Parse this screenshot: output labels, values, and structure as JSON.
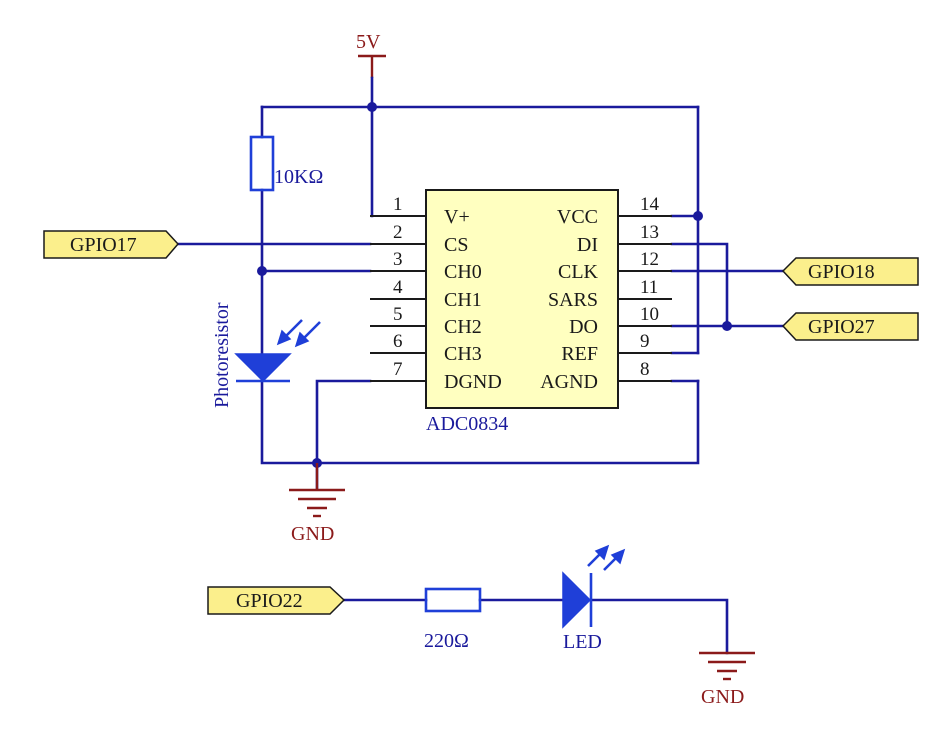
{
  "power": {
    "supply": "5V",
    "ground_top": "GND",
    "ground_bottom": "GND"
  },
  "chip": {
    "name": "ADC0834",
    "left_pins": [
      {
        "num": "1",
        "label": "V+"
      },
      {
        "num": "2",
        "label": "CS"
      },
      {
        "num": "3",
        "label": "CH0"
      },
      {
        "num": "4",
        "label": "CH1"
      },
      {
        "num": "5",
        "label": "CH2"
      },
      {
        "num": "6",
        "label": "CH3"
      },
      {
        "num": "7",
        "label": "DGND"
      }
    ],
    "right_pins": [
      {
        "num": "14",
        "label": "VCC"
      },
      {
        "num": "13",
        "label": "DI"
      },
      {
        "num": "12",
        "label": "CLK"
      },
      {
        "num": "11",
        "label": "SARS"
      },
      {
        "num": "10",
        "label": "DO"
      },
      {
        "num": "9",
        "label": "REF"
      },
      {
        "num": "8",
        "label": "AGND"
      }
    ]
  },
  "components": {
    "pullup_resistor": "10KΩ",
    "sensor": "Photoresistor",
    "led_resistor": "220Ω",
    "led": "LED"
  },
  "nets": {
    "gpio17": "GPIO17",
    "gpio18": "GPIO18",
    "gpio27": "GPIO27",
    "gpio22": "GPIO22"
  },
  "colors": {
    "wire": "#1a1a9c",
    "power_label": "#8b1a1a",
    "component_symbol": "#1f3fd8",
    "chip_fill": "#ffffc0",
    "net_flag_fill": "#fbef8c"
  }
}
